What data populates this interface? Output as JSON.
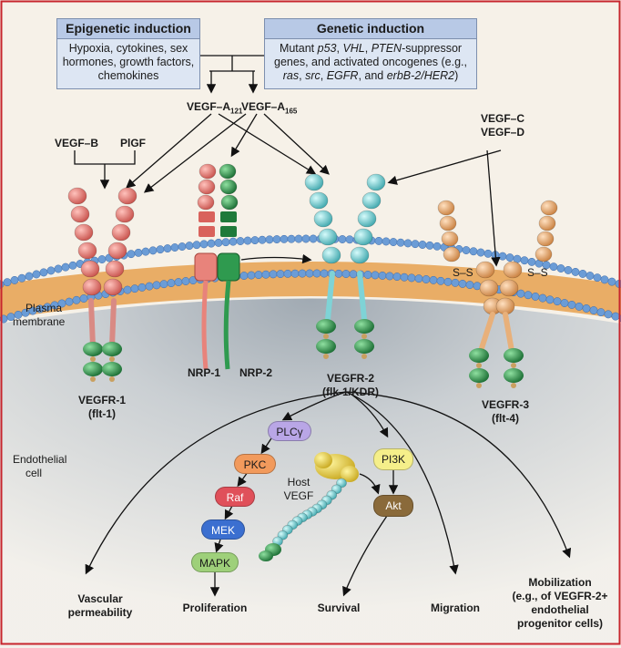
{
  "boxes": {
    "epigenetic": {
      "title": "Epigenetic induction",
      "body": "Hypoxia, cytokines, sex hormones, growth factors, chemokines"
    },
    "genetic": {
      "title": "Genetic induction",
      "body_html": "Mutant <i>p53</i>, <i>VHL</i>, <i>PTEN</i>-suppressor genes, and activated oncogenes (e.g., <i>ras</i>, <i>src</i>, <i>EGFR</i>, and <i>erbB-2/HER2</i>)"
    }
  },
  "ligands": {
    "vegf_a121": "VEGF–A",
    "vegf_a121_sub": "121",
    "vegf_a165": "VEGF–A",
    "vegf_a165_sub": "165",
    "vegf_b": "VEGF–B",
    "plgf": "PlGF",
    "vegf_c": "VEGF–C",
    "vegf_d": "VEGF–D"
  },
  "membrane": {
    "plasma": "Plasma",
    "membrane": "membrane",
    "endothelial": "Endothelial",
    "cell": "cell"
  },
  "receptors": {
    "vegfr1": "VEGFR-1",
    "vegfr1_alt": "(flt-1)",
    "nrp1": "NRP-1",
    "nrp2": "NRP-2",
    "vegfr2": "VEGFR-2",
    "vegfr2_alt": "(flk-1/KDR)",
    "vegfr3": "VEGFR-3",
    "vegfr3_alt": "(flt-4)",
    "disulfide_left": "S–S",
    "disulfide_right": "S–S"
  },
  "signaling": {
    "plcg": "PLCγ",
    "pkc": "PKC",
    "raf": "Raf",
    "mek": "MEK",
    "mapk": "MAPK",
    "pi3k": "PI3K",
    "akt": "Akt",
    "host": "Host",
    "vegf": "VEGF"
  },
  "outcomes": {
    "vascular": "Vascular",
    "permeability": "permeability",
    "proliferation": "Proliferation",
    "survival": "Survival",
    "migration": "Migration",
    "mobilization": "Mobilization",
    "mobilization_2": "(e.g., of VEGFR-2+",
    "mobilization_3": "endothelial",
    "mobilization_4": "progenitor cells)"
  },
  "colors": {
    "red_receptor": "#e8837b",
    "green_receptor": "#2f9a4f",
    "cyan_receptor": "#7fd3d6",
    "orange_receptor": "#f2b07a",
    "membrane_head": "#6b9cd6",
    "membrane_tail": "#e6a14f",
    "plcg": "#b9a6e6",
    "pkc": "#f29a5c",
    "raf": "#e0505a",
    "mek": "#3b6fd0",
    "mapk": "#9ed07a",
    "pi3k": "#f5ef8a",
    "akt": "#8a6a3a",
    "host_vegf": "#e8d24a"
  }
}
